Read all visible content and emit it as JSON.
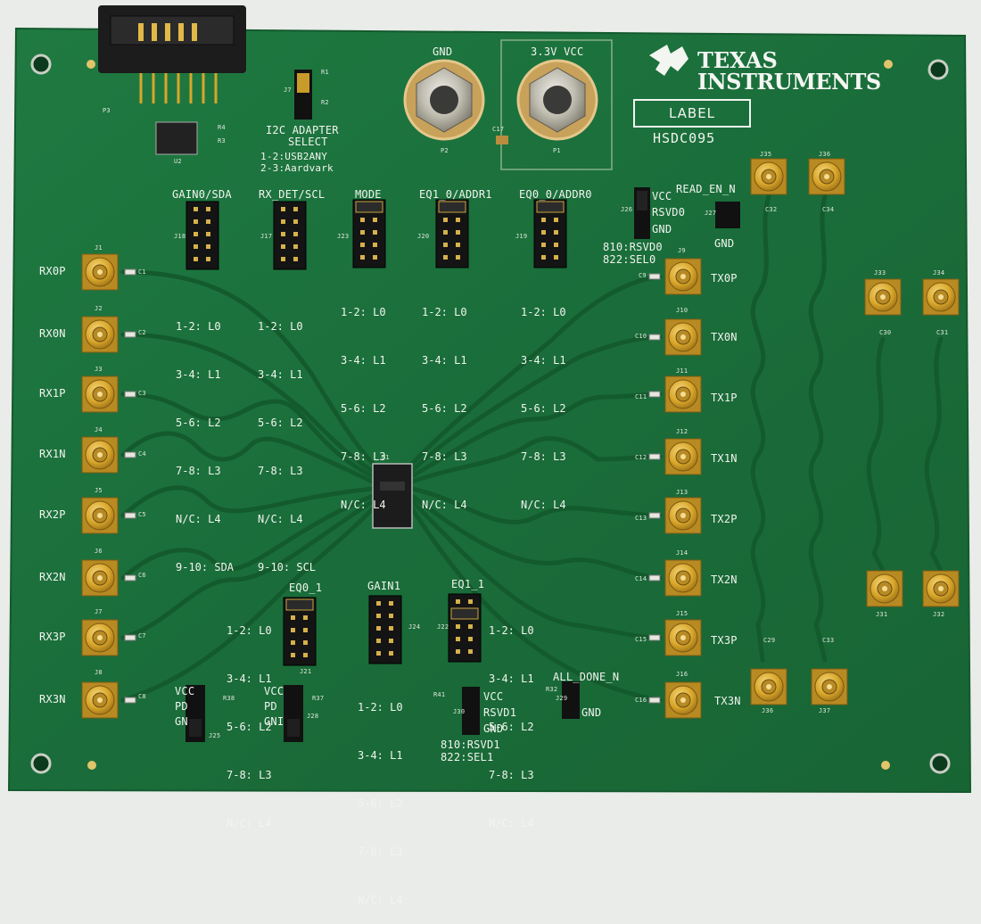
{
  "board": {
    "colors": {
      "pcb": "#1a6d3a",
      "gold": "#d8a62a",
      "trace": "#17612f",
      "silk": "#f2f4ef"
    },
    "logo": {
      "brand_line1": "TEXAS",
      "brand_line2": "INSTRUMENTS",
      "label": "LABEL",
      "part": "HSDC095"
    },
    "power": {
      "gnd": "GND",
      "vcc": "3.3V VCC",
      "p2": "P2",
      "p1": "P1",
      "c17": "C17"
    },
    "header": {
      "p3": "P3",
      "u2": "U2",
      "r4": "R4",
      "r3": "R3"
    },
    "i2c": {
      "title1": "I2C ADAPTER",
      "title2": "SELECT",
      "opt1": "1-2:USB2ANY",
      "opt2": "2-3:Aardvark",
      "jumper": "J7",
      "r1": "R1",
      "r2": "R2"
    },
    "top_headers": [
      {
        "title": "GAIN0/SDA",
        "ref": "J18",
        "lines": [
          "1-2: L0",
          "3-4: L1",
          "5-6: L2",
          "7-8: L3",
          "N/C: L4",
          "9-10: SDA"
        ]
      },
      {
        "title": "RX_DET/SCL",
        "ref": "J17",
        "lines": [
          "1-2: L0",
          "3-4: L1",
          "5-6: L2",
          "7-8: L3",
          "N/C: L4",
          "9-10: SCL"
        ]
      },
      {
        "title": "MODE",
        "ref": "J23",
        "lines": [
          "1-2: L0",
          "3-4: L1",
          "5-6: L2",
          "7-8: L3",
          "N/C: L4"
        ]
      },
      {
        "title": "EQ1_0/ADDR1",
        "ref": "J20",
        "lines": [
          "1-2: L0",
          "3-4: L1",
          "5-6: L2",
          "7-8: L3",
          "N/C: L4"
        ]
      },
      {
        "title": "EQ0_0/ADDR0",
        "ref": "J19",
        "lines": [
          "1-2: L0",
          "3-4: L1",
          "5-6: L2",
          "7-8: L3",
          "N/C: L4"
        ]
      }
    ],
    "rsvd0": {
      "vcc": "VCC",
      "rsvd": "RSVD0",
      "gnd": "GND",
      "note1": "810:RSVD0",
      "note2": "822:SEL0",
      "ref": "J26"
    },
    "read_en": {
      "title": "READ_EN_N",
      "gnd": "GND",
      "ref": "J27"
    },
    "rx_connectors": [
      {
        "label": "RX0P",
        "ref": "J1",
        "cap": "C1"
      },
      {
        "label": "RX0N",
        "ref": "J2",
        "cap": "C2"
      },
      {
        "label": "RX1P",
        "ref": "J3",
        "cap": "C3"
      },
      {
        "label": "RX1N",
        "ref": "J4",
        "cap": "C4"
      },
      {
        "label": "RX2P",
        "ref": "J5",
        "cap": "C5"
      },
      {
        "label": "RX2N",
        "ref": "J6",
        "cap": "C6"
      },
      {
        "label": "RX3P",
        "ref": "J7",
        "cap": "C7"
      },
      {
        "label": "RX3N",
        "ref": "J8",
        "cap": "C8"
      }
    ],
    "tx_connectors": [
      {
        "label": "TX0P",
        "ref": "J9",
        "cap": "C9"
      },
      {
        "label": "TX0N",
        "ref": "J10",
        "cap": "C10"
      },
      {
        "label": "TX1P",
        "ref": "J11",
        "cap": "C11"
      },
      {
        "label": "TX1N",
        "ref": "J12",
        "cap": "C12"
      },
      {
        "label": "TX2P",
        "ref": "J13",
        "cap": "C13"
      },
      {
        "label": "TX2N",
        "ref": "J14",
        "cap": "C14"
      },
      {
        "label": "TX3P",
        "ref": "J15",
        "cap": "C15"
      },
      {
        "label": "TX3N",
        "ref": "J16",
        "cap": "C16"
      }
    ],
    "aux_connectors": {
      "j35": "J35",
      "j36": "J36",
      "j33": "J33",
      "j34": "J34",
      "j31": "J31",
      "j32": "J32",
      "j36b": "J36",
      "j37": "J37",
      "c32": "C32",
      "c34": "C34",
      "c30": "C30",
      "c31": "C31",
      "c29": "C29",
      "c33": "C33"
    },
    "chip": {
      "ref": "U1"
    },
    "bottom_headers": [
      {
        "title": "EQ0_1",
        "ref": "J21",
        "lines": [
          "1-2: L0",
          "3-4: L1",
          "5-6: L2",
          "7-8: L3",
          "N/C: L4"
        ]
      },
      {
        "title": "GAIN1",
        "ref": "J24",
        "lines": [
          "1-2: L0",
          "3-4: L1",
          "5-6: L2",
          "7-8: L3",
          "N/C: L4"
        ]
      },
      {
        "title": "EQ1_1",
        "ref": "J22",
        "lines": [
          "1-2: L0",
          "3-4: L1",
          "5-6: L2",
          "7-8: L3",
          "N/C: L4"
        ]
      }
    ],
    "pd_left": {
      "vcc": "VCC",
      "pd": "PD",
      "gnd": "GN",
      "ref": "J25",
      "r": "R38"
    },
    "pd_right": {
      "vcc": "VCC",
      "pd": "PD",
      "gnd": "GNI",
      "ref": "J28",
      "r": "R37"
    },
    "rsvd1": {
      "vcc": "VCC",
      "rsvd": "RSVD1",
      "gnd": "GND",
      "note1": "810:RSVD1",
      "note2": "822:SEL1",
      "ref": "J30",
      "r": "R41"
    },
    "all_done": {
      "title": "ALL_DONE_N",
      "gnd": "GND",
      "ref": "J29",
      "r": "R32"
    }
  }
}
